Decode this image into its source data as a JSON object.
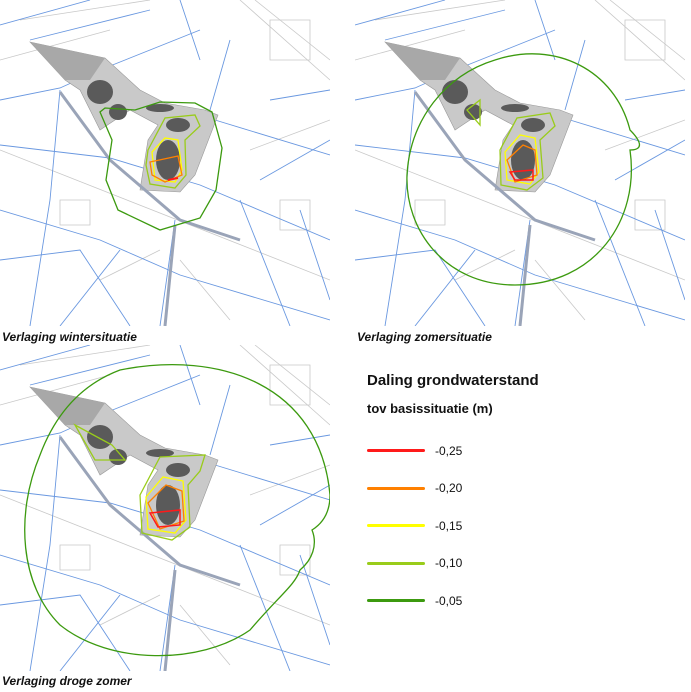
{
  "panels": [
    {
      "caption": "Verlaging wintersituatie"
    },
    {
      "caption": "Verlaging zomersituatie"
    },
    {
      "caption": "Verlaging droge zomer"
    }
  ],
  "legend": {
    "title": "Daling grondwaterstand",
    "subtitle": "tov basissituatie (m)",
    "items": [
      {
        "label": "-0,25",
        "color": "#ff1a1a"
      },
      {
        "label": "-0,20",
        "color": "#ff8000"
      },
      {
        "label": "-0,15",
        "color": "#ffff00"
      },
      {
        "label": "-0,10",
        "color": "#99cc1a"
      },
      {
        "label": "-0,05",
        "color": "#3c9a0f"
      }
    ]
  }
}
